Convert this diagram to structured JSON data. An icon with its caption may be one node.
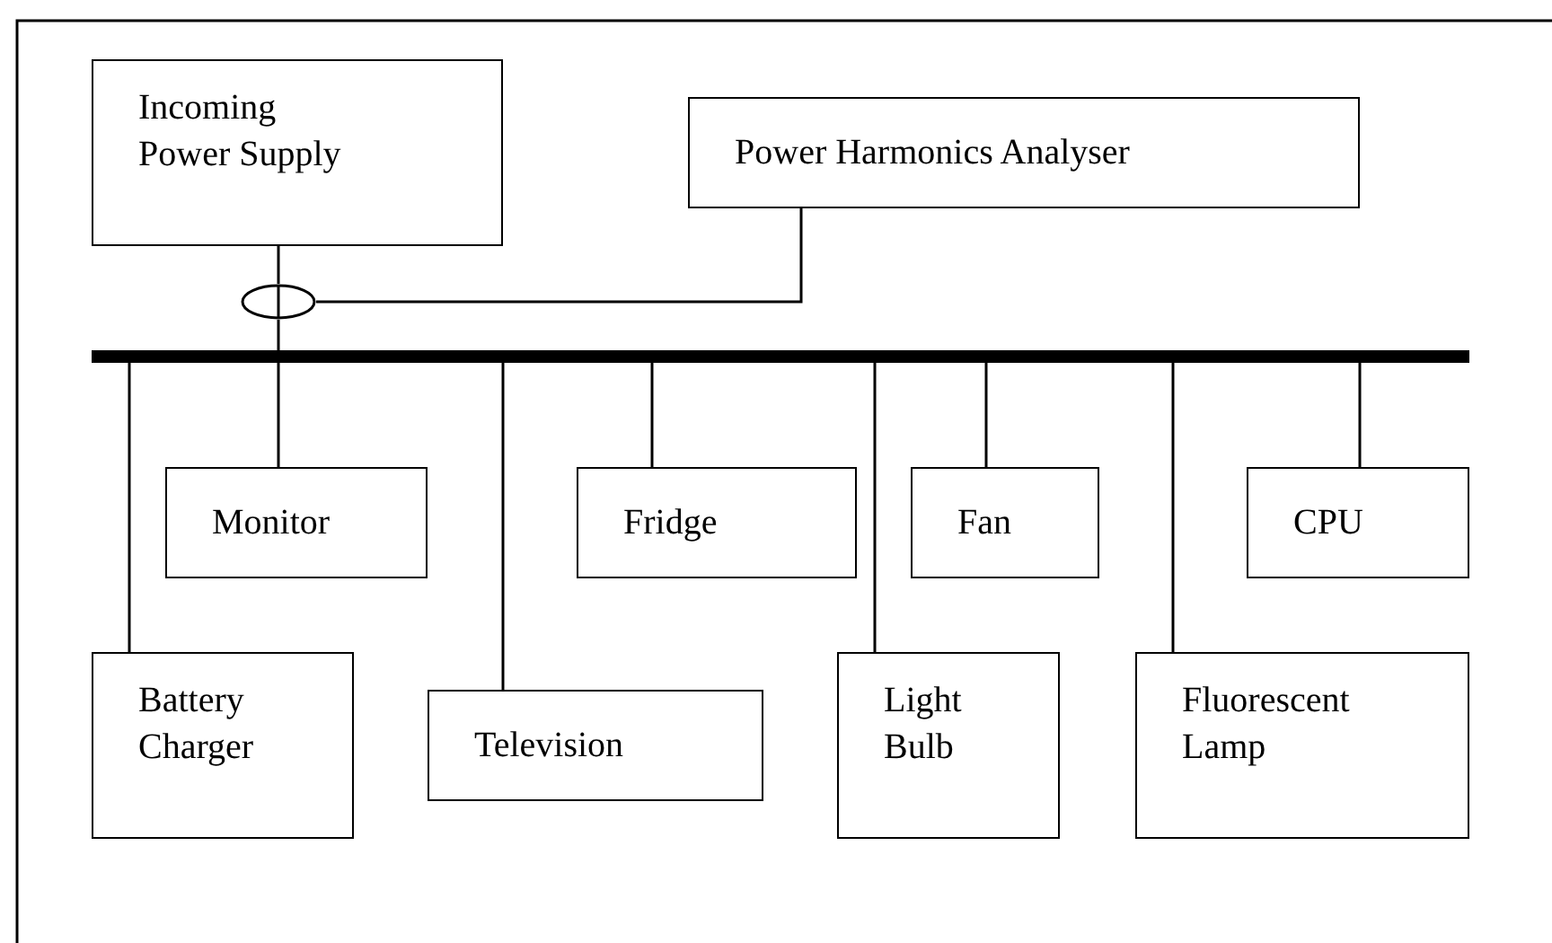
{
  "diagram": {
    "nodes": [
      {
        "text": [
          "Incoming Power Supply"
        ]
      },
      {
        "text": [
          "Power Harmonics Analyser"
        ]
      },
      {
        "text": [],
        "shape": "bar"
      },
      {
        "text": [],
        "shape": "circle"
      },
      {
        "text": [
          "Monitor"
        ]
      },
      {
        "text": [
          "Fridge"
        ]
      },
      {
        "text": [
          "Fan"
        ]
      },
      {
        "text": [
          "CPU"
        ]
      },
      {
        "text": [
          "Battery Charger"
        ]
      },
      {
        "text": [
          "Television"
        ]
      },
      {
        "text": [
          "Light Bulb"
        ]
      },
      {
        "text": [
          "Fluorescent Lamp"
        ]
      }
    ],
    "edges": [
      {
        "from": 0,
        "to": 3,
        "arrow": "none"
      },
      {
        "from": 3,
        "to": 2,
        "arrow": "none"
      },
      {
        "from": 1,
        "to": 3,
        "arrow": "none"
      },
      {
        "from": 2,
        "to": 4,
        "arrow": "none"
      },
      {
        "from": 2,
        "to": 5,
        "arrow": "none"
      },
      {
        "from": 2,
        "to": 6,
        "arrow": "none"
      },
      {
        "from": 2,
        "to": 7,
        "arrow": "none"
      },
      {
        "from": 2,
        "to": 8,
        "arrow": "none"
      },
      {
        "from": 2,
        "to": 9,
        "arrow": "none"
      },
      {
        "from": 2,
        "to": 10,
        "arrow": "none"
      },
      {
        "from": 2,
        "to": 11,
        "arrow": "none"
      }
    ]
  }
}
